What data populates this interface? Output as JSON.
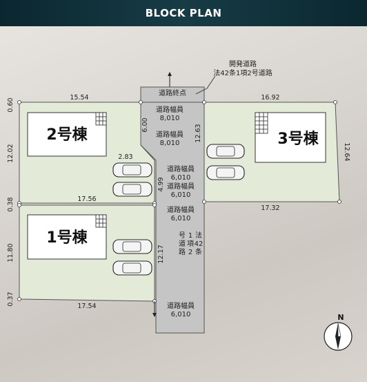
{
  "header": {
    "title": "BLOCK PLAN"
  },
  "lots": {
    "lot2": {
      "label": "2号棟"
    },
    "lot3": {
      "label": "3号棟"
    },
    "lot1": {
      "label": "1号棟"
    }
  },
  "roads": {
    "development_road": {
      "title": "開発道路",
      "subtitle": "法42条1項2号道路"
    },
    "road_end": "道路終点",
    "width_label": "道路幅員",
    "width_8010": "8,010",
    "width_6010": "6,010",
    "vertical_text": [
      "法",
      "42",
      "条",
      "1",
      "項",
      "2",
      "号",
      "道",
      "路"
    ]
  },
  "dimensions": {
    "top_left": "15.54",
    "top_right": "16.92",
    "left_top": "0.60",
    "left_lot2": "12.02",
    "left_mid": "0.38",
    "left_lot1": "11.80",
    "left_bottom": "0.37",
    "mid_left": "17.56",
    "mid_right": "17.32",
    "bottom": "17.54",
    "right": "12.64",
    "road_6": "6.00",
    "road_1263": "12.63",
    "road_283": "2.83",
    "road_499": "4.99",
    "road_1217": "12.17"
  },
  "compass": {
    "label": "N"
  },
  "colors": {
    "lot_fill": "#e3ead8",
    "road_fill": "#c5c5c5",
    "header": "#0f323b"
  }
}
